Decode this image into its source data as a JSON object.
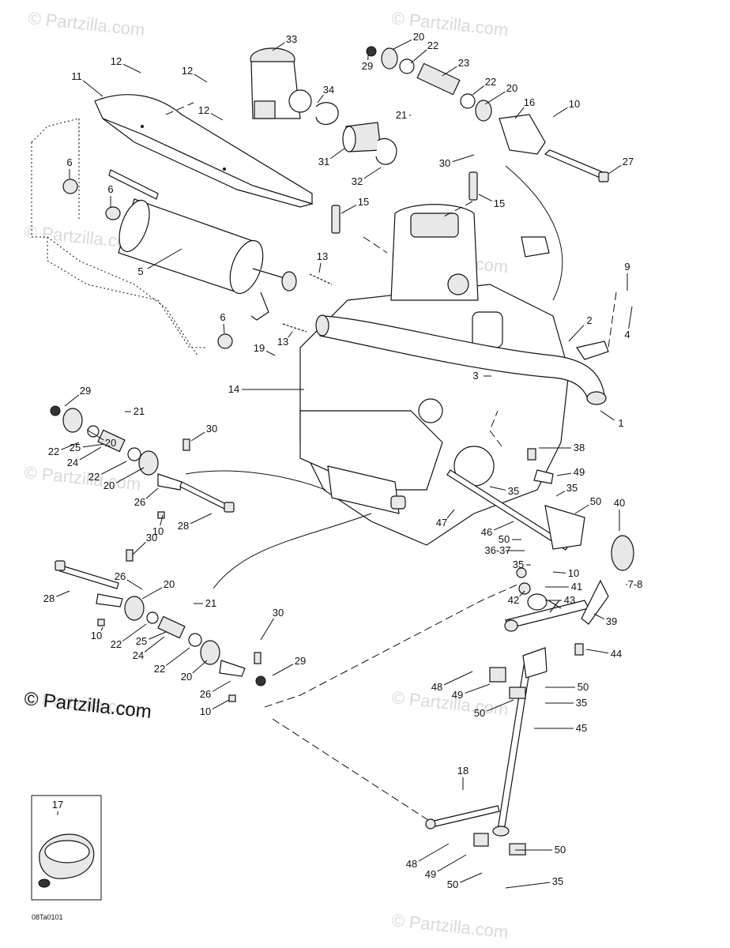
{
  "watermark": "© Partzilla.com",
  "copyright": "© Partzilla.com",
  "reference_code": "08Ta0101",
  "callouts": [
    "1",
    "2",
    "3",
    "4",
    "5",
    "6",
    "6",
    "6",
    "7-8",
    "9",
    "10",
    "10",
    "10",
    "10",
    "10",
    "11",
    "12",
    "12",
    "12",
    "13",
    "13",
    "14",
    "15",
    "15",
    "16",
    "17",
    "18",
    "19",
    "20",
    "20",
    "20",
    "20",
    "20",
    "20",
    "21",
    "21",
    "21",
    "22",
    "22",
    "22",
    "22",
    "22",
    "22",
    "23",
    "24",
    "24",
    "25",
    "25",
    "26",
    "26",
    "26",
    "27",
    "28",
    "28",
    "29",
    "29",
    "29",
    "30",
    "30",
    "30",
    "30",
    "31",
    "32",
    "33",
    "34",
    "35",
    "35",
    "35",
    "35",
    "35",
    "36-37",
    "38",
    "39",
    "40",
    "41",
    "42",
    "43",
    "44",
    "45",
    "46",
    "47",
    "48",
    "48",
    "49",
    "49",
    "49",
    "50",
    "50",
    "50",
    "50",
    "50",
    "50"
  ]
}
